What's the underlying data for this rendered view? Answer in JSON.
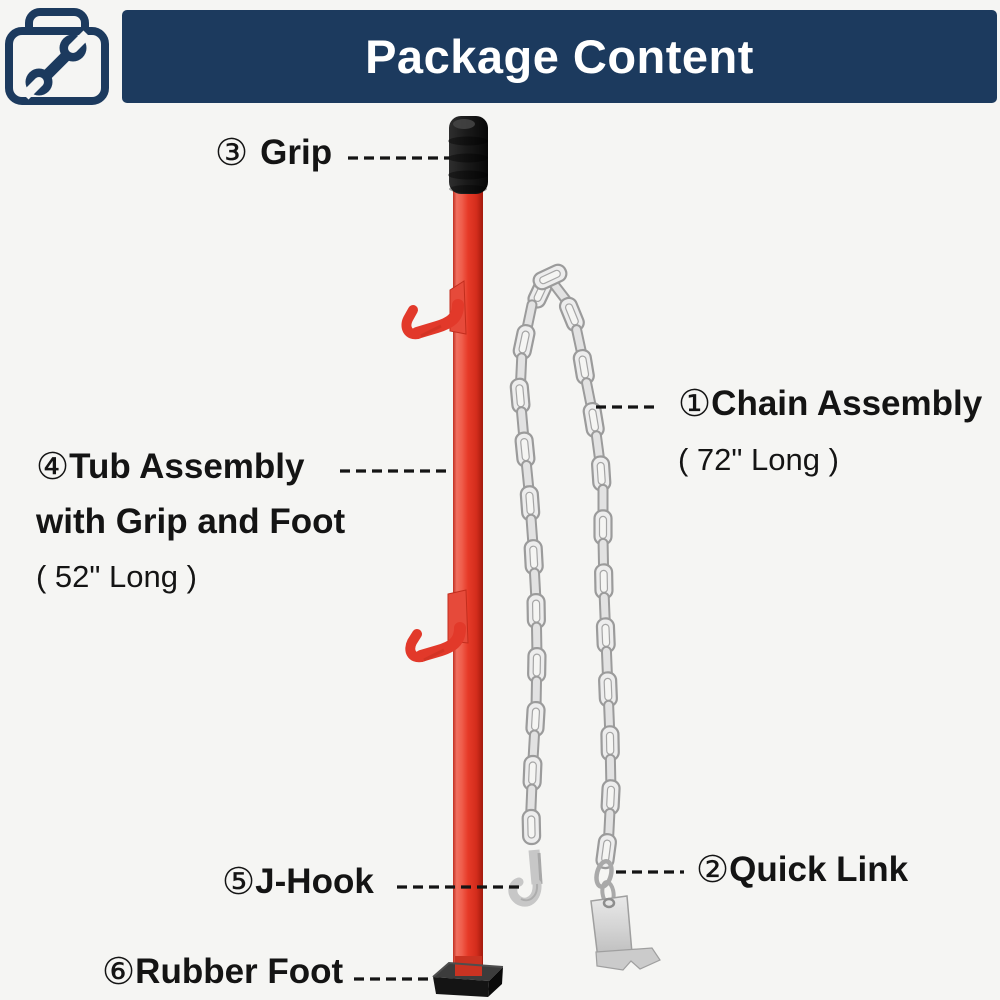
{
  "header": {
    "title": "Package Content"
  },
  "parts": {
    "chain": {
      "number": "①",
      "name": "Chain Assembly",
      "note": "( 72\" Long )"
    },
    "quick_link": {
      "number": "②",
      "name": "Quick Link"
    },
    "grip": {
      "number": "③",
      "name": "Grip"
    },
    "tub": {
      "number": "④",
      "name": "Tub Assembly",
      "name_line2": "with Grip and Foot",
      "note": "( 52\" Long )"
    },
    "j_hook": {
      "number": "⑤",
      "name": "J-Hook"
    },
    "rubber_foot": {
      "number": "⑥",
      "name": "Rubber Foot"
    }
  },
  "colors": {
    "header_bar": "#1c3a5e",
    "background": "#f5f5f3",
    "pole_red": "#e63a28",
    "grip_black": "#1a1a1a",
    "chain_silver": "#ededed",
    "label_text": "#141414"
  },
  "icons": {
    "header_icon": "toolbox-wrench-icon"
  }
}
